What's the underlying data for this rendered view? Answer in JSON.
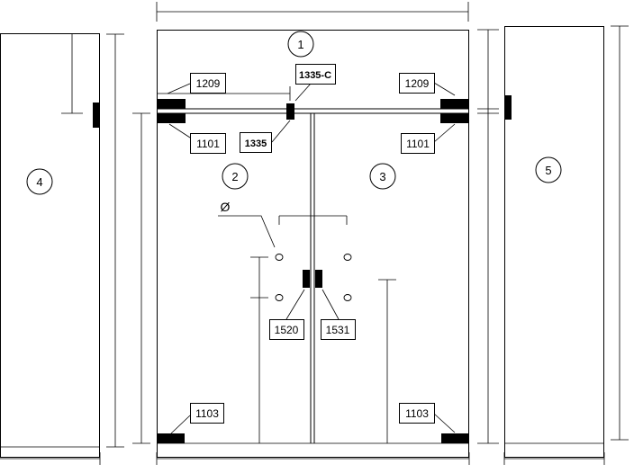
{
  "panels": {
    "top_fixed": "1",
    "left_door": "2",
    "right_door": "3",
    "left_side": "4",
    "right_side": "5"
  },
  "parts": {
    "top_left_clamp": "1209",
    "top_right_clamp": "1209",
    "mid_connector": "1335-C",
    "top_pivot": "1335",
    "left_upper_hinge": "1101",
    "right_upper_hinge": "1101",
    "left_lower_pivot": "1103",
    "right_lower_pivot": "1103",
    "left_handle_lock": "1520",
    "right_handle_lock": "1531"
  },
  "symbols": {
    "diameter": "Ø"
  }
}
